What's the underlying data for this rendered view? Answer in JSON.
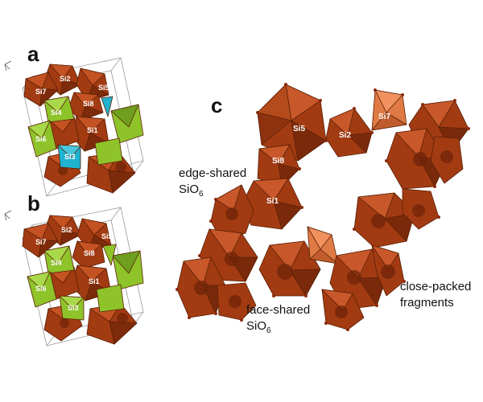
{
  "panels": {
    "a": {
      "letter": "a",
      "sites": [
        "Si2",
        "Si5",
        "Si7",
        "Si8",
        "Si4",
        "Si1",
        "Si6",
        "Si3"
      ]
    },
    "b": {
      "letter": "b",
      "sites": [
        "Si2",
        "Si5",
        "Si7",
        "Si8",
        "Si4",
        "Si1",
        "Si6",
        "Si3"
      ]
    },
    "c": {
      "letter": "c",
      "sites": [
        "Si5",
        "Si2",
        "Si7",
        "Si8",
        "Si1"
      ],
      "annotations": {
        "edge_shared_line1": "edge-shared",
        "edge_shared_line2": "SiO",
        "edge_shared_sub": "6",
        "face_shared_line1": "face-shared",
        "face_shared_line2": "SiO",
        "face_shared_sub": "6",
        "close_packed_line1": "close-packed",
        "close_packed_line2": "fragments"
      }
    }
  },
  "colors": {
    "octahedron": "#b8461a",
    "octahedron_dark": "#7a2a0a",
    "octahedron_light": "#d26a35",
    "tetrahedron_green": "#8ec32a",
    "tetrahedron_green_dark": "#5d8c17",
    "tetrahedron_cyan": "#1fb3cf",
    "tetrahedron_cyan_dark": "#12809a",
    "tetrahedron_orange": "#e07a45",
    "cell_line": "#888888"
  }
}
